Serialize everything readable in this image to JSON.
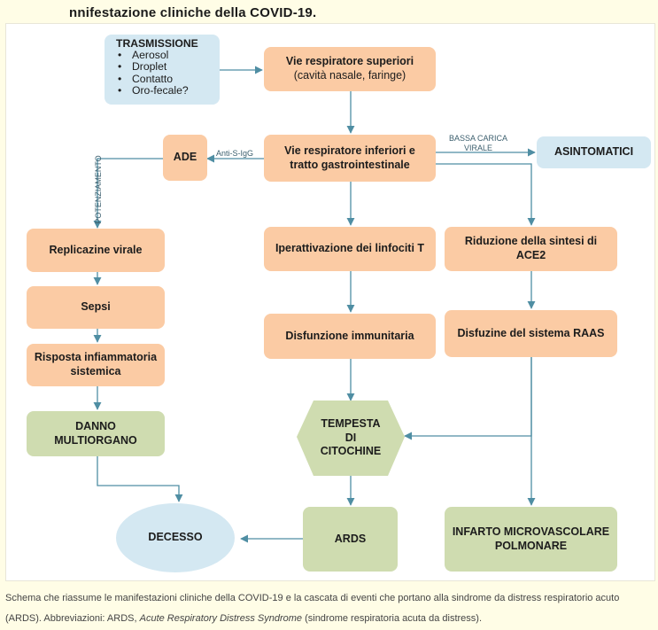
{
  "title": "nnifestazione cliniche della COVID-19.",
  "nodes": {
    "trasmissione": {
      "heading": "TRASMISSIONE",
      "items": [
        "Aerosol",
        "Droplet",
        "Contatto",
        "Oro-fecale?"
      ]
    },
    "vie_superiori": {
      "line1": "Vie respiratore superiori",
      "line2": "(cavità nasale, faringe)"
    },
    "vie_inferiori": {
      "line1": "Vie respiratore inferiori e",
      "line2": "tratto gastrointestinale"
    },
    "ade": "ADE",
    "asintomatici": "ASINTOMATICI",
    "replicazione": "Replicazine virale",
    "sepsi": "Sepsi",
    "risposta": {
      "line1": "Risposta infiammatoria",
      "line2": "sistemica"
    },
    "danno": {
      "line1": "DANNO",
      "line2": "MULTIORGANO"
    },
    "decesso": "DECESSO",
    "iperattivazione": "Iperattivazione dei linfociti T",
    "disfunzione": "Disfunzione immunitaria",
    "tempesta": {
      "line1": "TEMPESTA",
      "line2": "DI",
      "line3": "CITOCHINE"
    },
    "ards": "ARDS",
    "riduzione": {
      "line1": "Riduzione della sintesi di",
      "line2": "ACE2"
    },
    "disfuzione_raas": "Disfuzine del sistema RAAS",
    "infarto": {
      "line1": "INFARTO MICROVASCOLARE",
      "line2": "POLMONARE"
    }
  },
  "edge_labels": {
    "anti_s_igg": "Anti-S-IgG",
    "bassa_carica_1": "BASSA CARICA",
    "bassa_carica_2": "VIRALE",
    "potenziamento": "POTENZIAMENTO"
  },
  "caption": {
    "part1": "Schema che riassume le manifestazioni cliniche della COVID-19 e la cascata di eventi che portano alla sindrome da distress respiratorio acuto (ARDS). Abbreviazioni: ARDS, ",
    "italic": "Acute Respiratory Distress Syndrome",
    "part2": " (sindrome respiratoria acuta da distress)."
  },
  "colors": {
    "orange_box": "#fbcba4",
    "green_box": "#cfdcb0",
    "blue_box": "#d4e8f2",
    "arrow": "#4f8ea3",
    "page_bg": "#fffde6"
  }
}
